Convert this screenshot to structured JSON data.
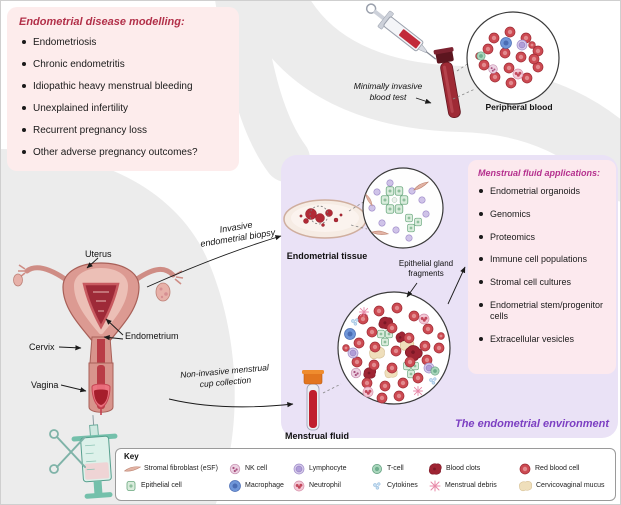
{
  "colors": {
    "disease_bg": "#fdecec",
    "disease_title": "#b23049",
    "apps_bg": "#fce9ee",
    "apps_title": "#b5308e",
    "env_bg": "#eae2f6",
    "env_title": "#7c3fc2",
    "silhouette": "#ececec",
    "key_border": "#9a9a9a",
    "blood_red": "#9e2a35"
  },
  "disease_box": {
    "title": "Endometrial disease modelling:",
    "items": [
      "Endometriosis",
      "Chronic endometritis",
      "Idiopathic heavy menstrual bleeding",
      "Unexplained infertility",
      "Recurrent pregnancy loss",
      "Other adverse pregnancy outcomes?"
    ]
  },
  "apps_box": {
    "title": "Menstrual fluid applications:",
    "items": [
      "Endometrial organoids",
      "Genomics",
      "Proteomics",
      "Immune cell populations",
      "Stromal cell cultures",
      "Endometrial stem/progenitor cells",
      "Extracellular vesicles"
    ]
  },
  "labels": {
    "blood_test": "Minimally invasive blood test",
    "peripheral_blood": "Peripheral blood",
    "invasive_biopsy": "Invasive endometrial biopsy",
    "endometrial_tissue": "Endometrial tissue",
    "epithelial_fragments": "Epithelial gland fragments",
    "non_invasive": "Non-invasive menstrual cup collection",
    "menstrual_fluid": "Menstrual fluid",
    "environment": "The endometrial environment",
    "uterus": "Uterus",
    "cervix": "Cervix",
    "vagina": "Vagina",
    "endometrium": "Endometrium"
  },
  "key": {
    "title": "Key",
    "items": [
      {
        "label": "Stromal fibroblast (eSF)",
        "icon": "stromal-fibroblast"
      },
      {
        "label": "NK cell",
        "icon": "nk-cell"
      },
      {
        "label": "Lymphocyte",
        "icon": "lymphocyte"
      },
      {
        "label": "T-cell",
        "icon": "t-cell"
      },
      {
        "label": "Blood clots",
        "icon": "blood-clots"
      },
      {
        "label": "Red blood cell",
        "icon": "red-blood-cell"
      },
      {
        "label": "Epithelial cell",
        "icon": "epithelial-cell"
      },
      {
        "label": "Macrophage",
        "icon": "macrophage"
      },
      {
        "label": "Neutrophil",
        "icon": "neutrophil"
      },
      {
        "label": "Cytokines",
        "icon": "cytokines"
      },
      {
        "label": "Menstrual debris",
        "icon": "menstrual-debris"
      },
      {
        "label": "Cervicovaginal mucus",
        "icon": "cervicovaginal-mucus"
      }
    ]
  }
}
